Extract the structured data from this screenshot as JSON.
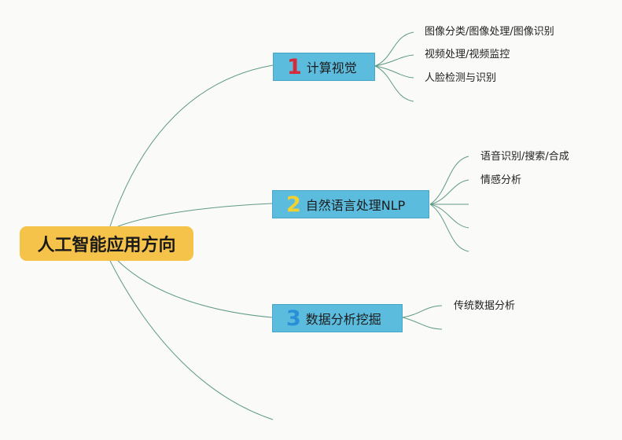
{
  "root": {
    "label": "人工智能应用方向"
  },
  "branches": [
    {
      "number": "1",
      "label": "计算视觉",
      "number_color": "#d62b3a",
      "leaves": [
        "图像分类/图像处理/图像识别",
        "视频处理/视频监控",
        "人脸检测与识别"
      ]
    },
    {
      "number": "2",
      "label": "自然语言处理NLP",
      "number_color": "#f2d230",
      "leaves": [
        "语音识别/搜索/合成",
        "情感分析"
      ]
    },
    {
      "number": "3",
      "label": "数据分析挖掘",
      "number_color": "#2a8fd6",
      "leaves": [
        "传统数据分析"
      ]
    }
  ],
  "colors": {
    "root_fill": "#f6c34a",
    "branch_fill": "#5bbcde",
    "connector": "#5f9a86",
    "background": "#fafaf9"
  }
}
